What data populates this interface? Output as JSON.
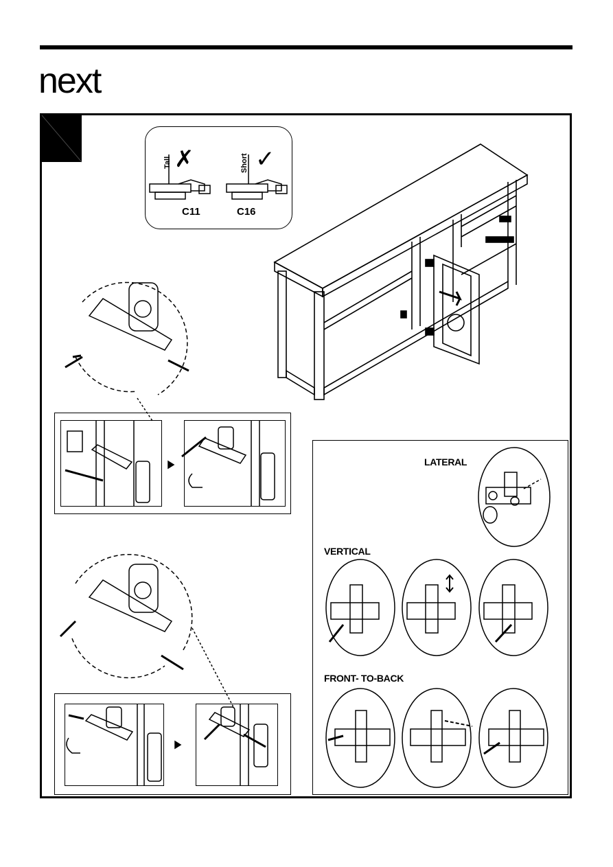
{
  "brand": {
    "logo_text": "next"
  },
  "hinge_compare": {
    "wrong": {
      "height_label": "Tall",
      "mark": "✗",
      "code": "C11"
    },
    "right": {
      "height_label": "Short",
      "mark": "✓",
      "code": "C16"
    }
  },
  "adjustments": {
    "lateral": "LATERAL",
    "vertical": "VERTICAL",
    "front_to_back": "FRONT- TO-BACK"
  }
}
